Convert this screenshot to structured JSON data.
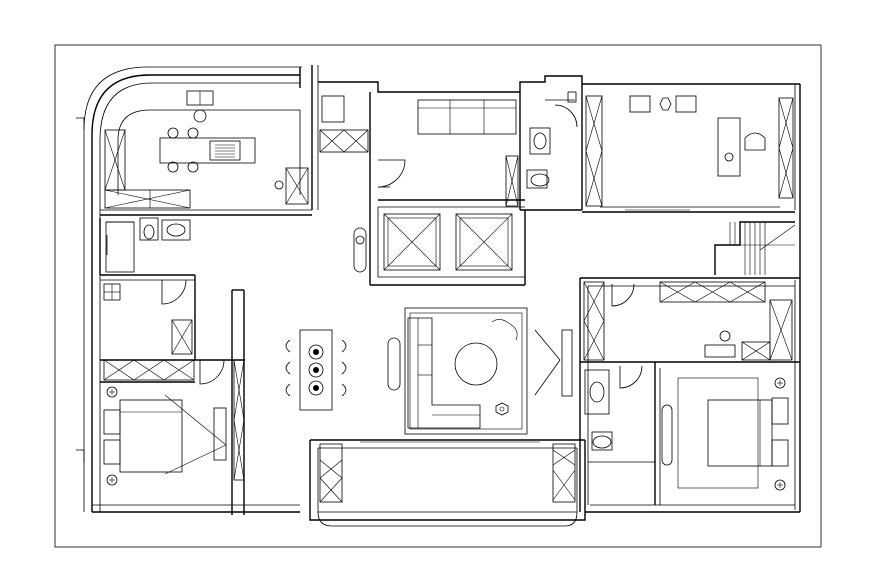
{
  "drawing": {
    "type": "architectural floor plan",
    "line_color": "#000000",
    "background": "#ffffff",
    "rooms": [
      {
        "id": "kitchen",
        "fixtures": [
          "island",
          "dining-table",
          "sink",
          "counters"
        ]
      },
      {
        "id": "entry-hall",
        "fixtures": [
          "sofa-bench",
          "door"
        ]
      },
      {
        "id": "elevator-lobby",
        "fixtures": [
          "elevator-1",
          "elevator-2"
        ]
      },
      {
        "id": "powder-room",
        "fixtures": [
          "toilet",
          "basin"
        ]
      },
      {
        "id": "study",
        "fixtures": [
          "desk",
          "chair",
          "armchairs",
          "shelves"
        ]
      },
      {
        "id": "stair",
        "fixtures": [
          "steps"
        ]
      },
      {
        "id": "dining",
        "fixtures": [
          "table",
          "chairs",
          "plants"
        ]
      },
      {
        "id": "living-room",
        "fixtures": [
          "sofa",
          "round-table",
          "plant",
          "tv"
        ]
      },
      {
        "id": "bedroom-west",
        "fixtures": [
          "bed",
          "wardrobe",
          "side-tables"
        ]
      },
      {
        "id": "laundry",
        "fixtures": [
          "washer",
          "sink"
        ]
      },
      {
        "id": "master-bath",
        "fixtures": [
          "toilet",
          "basin",
          "bathtub"
        ]
      },
      {
        "id": "master-bedroom",
        "fixtures": [
          "bed",
          "tv",
          "side-tables"
        ]
      },
      {
        "id": "balcony",
        "fixtures": [
          "planters"
        ]
      }
    ]
  }
}
